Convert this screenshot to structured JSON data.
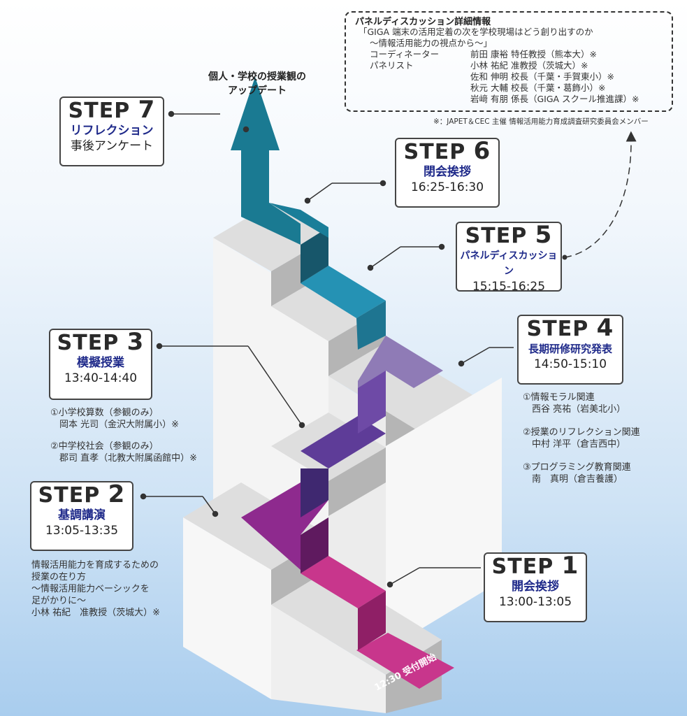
{
  "colors": {
    "step1": "#c8368c",
    "step2": "#8e2a8e",
    "step3": "#5e3c98",
    "step4": "#8f7bb6",
    "step5": "#2592b4",
    "step6": "#1a7e99",
    "step7": "#1a7a92",
    "title_blue": "#1f2a8a"
  },
  "steps": [
    {
      "label": "STEP",
      "num": "1",
      "title": "開会挨拶",
      "time": "13:00-13:05"
    },
    {
      "label": "STEP",
      "num": "2",
      "title": "基調講演",
      "time": "13:05-13:35"
    },
    {
      "label": "STEP",
      "num": "3",
      "title": "模擬授業",
      "time": "13:40-14:40"
    },
    {
      "label": "STEP",
      "num": "4",
      "title": "長期研修研究発表",
      "time": "14:50-15:10"
    },
    {
      "label": "STEP",
      "num": "5",
      "title": "パネルディスカッション",
      "time": "15:15-16:25"
    },
    {
      "label": "STEP",
      "num": "6",
      "title": "閉会挨拶",
      "time": "16:25-16:30"
    },
    {
      "label": "STEP",
      "num": "7",
      "title": "リフレクション",
      "time": "事後アンケート"
    }
  ],
  "reception": "12:30 受付開始",
  "arrow_label": "個人・学校の授業観の\nアップデート",
  "step2_detail": "情報活用能力を育成するための\n授業の在り方\n～情報活用能力ベーシックを\n足がかりに～\n小林 祐紀　准教授（茨城大）※",
  "step3_detail": [
    "①小学校算数（参観のみ）\n　岡本 光司（金沢大附属小）※",
    "②中学校社会（参観のみ）\n　郡司 直孝（北教大附属函館中）※"
  ],
  "step4_detail": [
    "①情報モラル関連\n　西谷 亮祐（岩美北小）",
    "②授業のリフレクション関連\n　中村 洋平（倉吉西中）",
    "③プログラミング教育関連\n　南　真明（倉吉養護）"
  ],
  "panel": {
    "heading": "パネルディスカッション詳細情報",
    "theme1": "「GIGA 端末の活用定着の次を学校現場はどう創り出すのか",
    "theme2": "～情報活用能力の視点から～」",
    "coord_label": "コーディネーター",
    "coord": "前田 康裕 特任教授（熊本大）※",
    "panel_label": "パネリスト",
    "panelists": [
      "小林 祐紀 准教授（茨城大）※",
      "佐和 伸明 校長（千葉・手賀東小）※",
      "秋元 大輔 校長（千葉・葛飾小）※",
      "岩﨑 有朋 係長（GIGA スクール推進課）※"
    ]
  },
  "footnote": "※：JAPET＆CEC 主催 情報活用能力育成調査研究委員会メンバー"
}
